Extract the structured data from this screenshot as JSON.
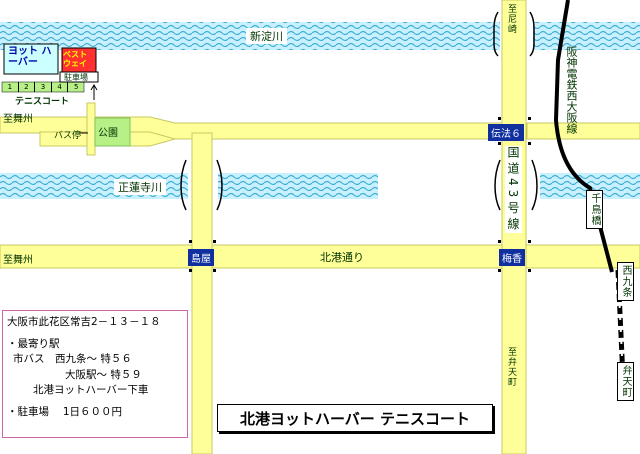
{
  "rivers": {
    "top": "新淀川",
    "middle": "正蓮寺川"
  },
  "roads": {
    "west_top": "至舞州",
    "west_bottom": "至舞州",
    "main_street": "北港通り",
    "north_dest": "至尼崎",
    "south_dest": "至弁天町",
    "kokudo": "国道43号線"
  },
  "tags": {
    "denpo": "伝法６",
    "shimaya": "島屋",
    "baika": "梅香"
  },
  "places": {
    "yacht_harbor": "ヨット ハーバー",
    "tennis_court": "テニスコート",
    "court_numbers": [
      "1",
      "2",
      "3",
      "4",
      "5"
    ],
    "parking": "駐車場",
    "shop": "ベストウェイ",
    "bus_stop": "バス停",
    "park": "公園"
  },
  "railway": {
    "line": "阪神電鉄西大阪線",
    "chidoribashi": "千鳥橋",
    "nishikujo": "西九条",
    "bentencho": "弁天町"
  },
  "info": {
    "address": "大阪市此花区常吉2－１３－１８",
    "nearest_heading": "・最寄り駅",
    "bus_line1": "市バス　西九条～ 特５６",
    "bus_line2": "大阪駅～ 特５９",
    "bus_line3": "北港ヨットハーバー下車",
    "parking": "・駐車場　 1日６００円"
  },
  "title": "北港ヨットハーバー テニスコート",
  "colors": {
    "road": "#ffff99",
    "river": "#c8f0ff",
    "tag": "#1030a0",
    "green": "#b8f088"
  }
}
